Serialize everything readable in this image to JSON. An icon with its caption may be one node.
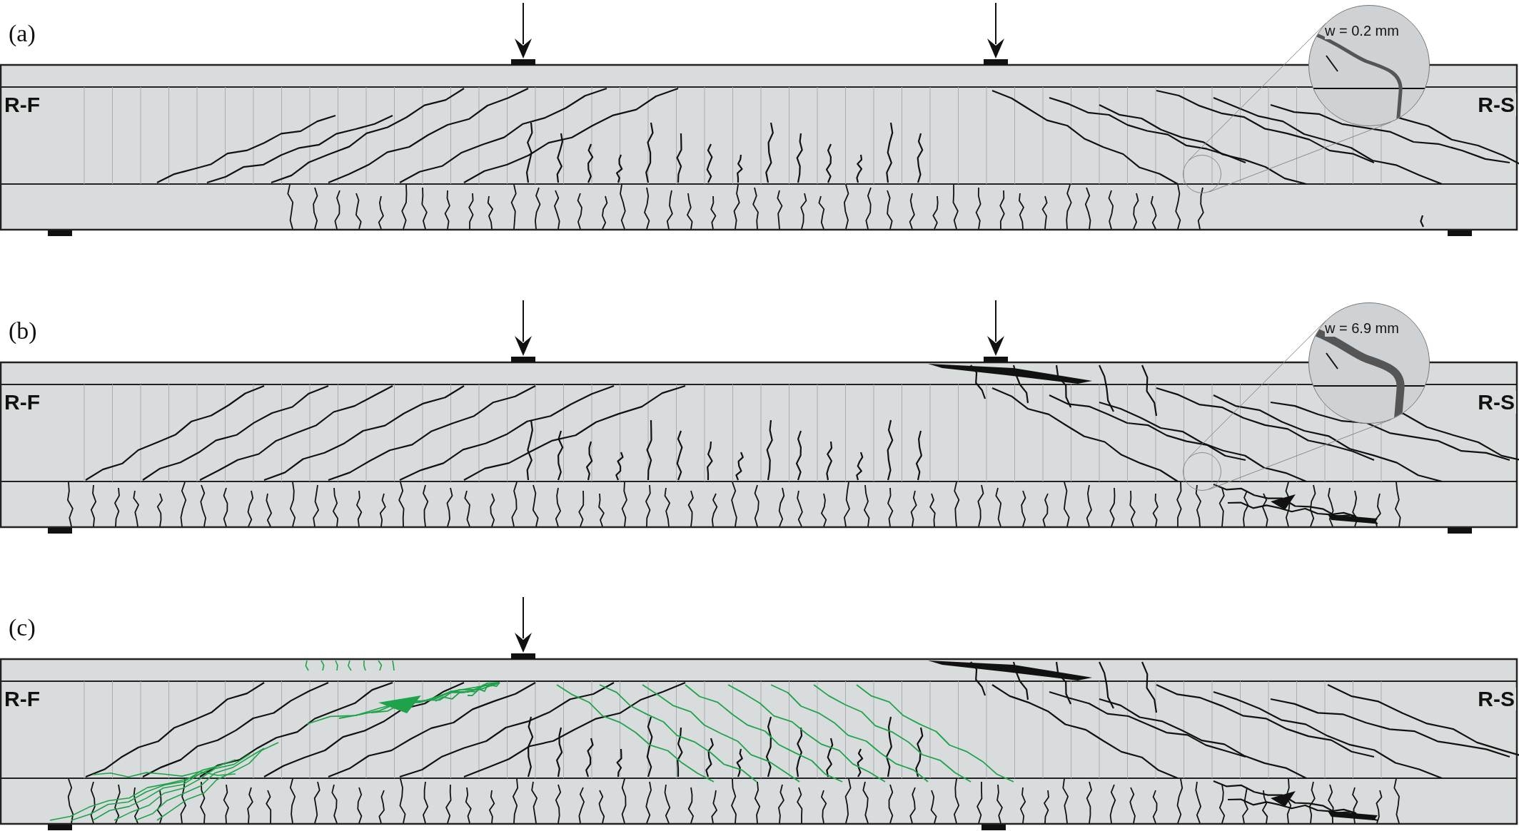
{
  "diagram": {
    "nodes": [
      {
        "text": [
          "w = 0.2 mm"
        ]
      },
      {
        "text": [],
        "shape": "circle"
      },
      {
        "text": [
          "w = 6.9 mm"
        ]
      },
      {
        "text": [],
        "shape": "circle"
      }
    ],
    "edges": [
      {
        "from": 1,
        "to": 0,
        "arrow": "none"
      },
      {
        "from": 1,
        "to": 0,
        "arrow": "none"
      },
      {
        "from": 3,
        "to": 2,
        "arrow": "none"
      },
      {
        "from": 3,
        "to": 2,
        "arrow": "none"
      }
    ],
    "labels": [
      "(a)",
      "R-F",
      "R-S",
      "(b)",
      "R-F",
      "R-S",
      "(c)",
      "R-F",
      "R-S"
    ]
  }
}
